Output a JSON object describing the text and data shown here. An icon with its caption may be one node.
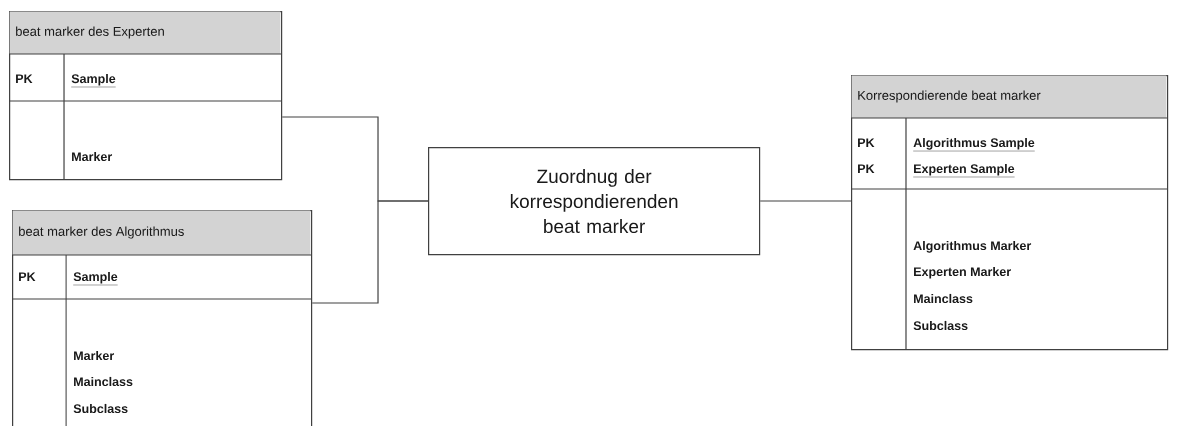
{
  "diagram": {
    "nodes": [
      {
        "text": [
          "beat marker des Experten",
          "PK",
          "Sample",
          "Marker"
        ]
      },
      {
        "text": [
          "beat marker des Algorithmus",
          "PK",
          "Sample",
          "Marker",
          "Mainclass",
          "Subclass"
        ]
      },
      {
        "text": [
          "Zuordnug der korrespondierenden beat marker"
        ]
      },
      {
        "text": [
          "Korrespondierende beat marker",
          "PK",
          "PK",
          "Algorithmus Sample",
          "Experten Sample",
          "Algorithmus Marker",
          "Experten Marker",
          "Mainclass",
          "Subclass"
        ]
      }
    ],
    "edges": [
      {
        "from": 0,
        "to": 2,
        "arrow": "none"
      },
      {
        "from": 1,
        "to": 2,
        "arrow": "none"
      },
      {
        "from": 2,
        "to": 3,
        "arrow": "none"
      }
    ]
  }
}
